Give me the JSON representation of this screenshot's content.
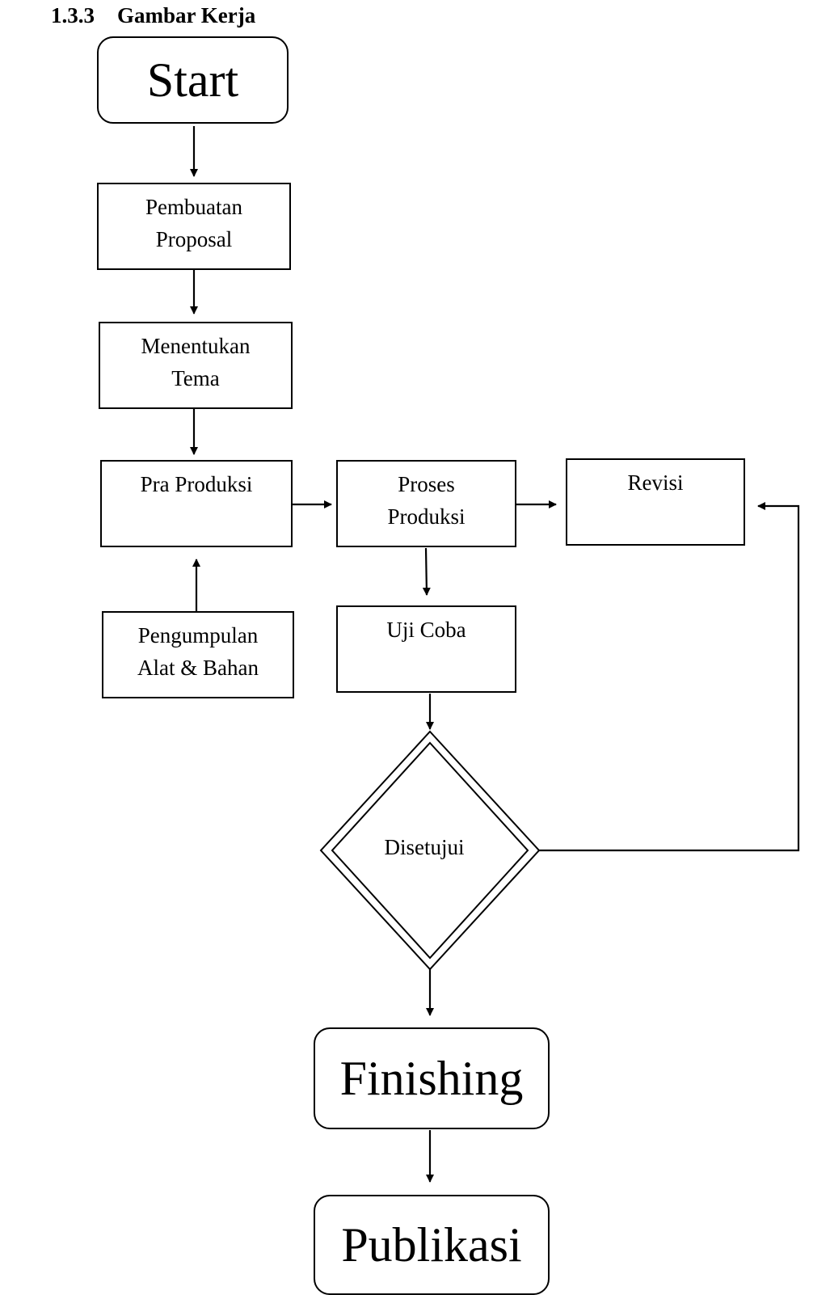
{
  "heading": {
    "number": "1.3.3",
    "title": "Gambar Kerja"
  },
  "nodes": {
    "start": "Start",
    "pembuatan_proposal": [
      "Pembuatan",
      "Proposal"
    ],
    "menentukan_tema": [
      "Menentukan",
      "Tema"
    ],
    "pra_produksi": [
      "Pra Produksi"
    ],
    "pengumpulan": [
      "Pengumpulan",
      "Alat & Bahan"
    ],
    "proses_produksi": [
      "Proses",
      "Produksi"
    ],
    "revisi": [
      "Revisi"
    ],
    "uji_coba": [
      "Uji Coba"
    ],
    "disetujui": "Disetujui",
    "finishing": "Finishing",
    "publikasi": "Publikasi"
  }
}
